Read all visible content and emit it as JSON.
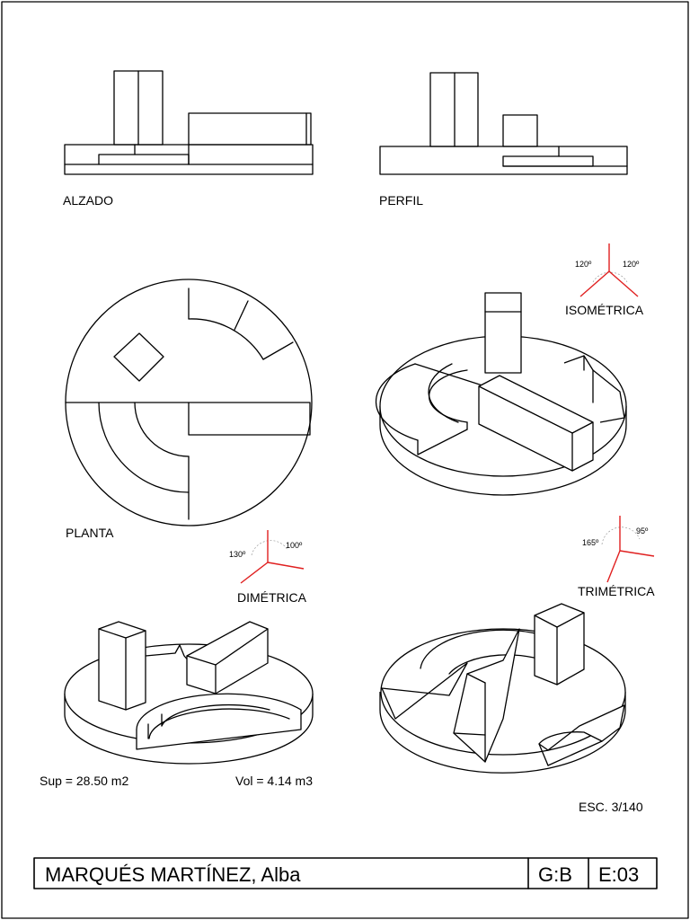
{
  "labels": {
    "alzado": "ALZADO",
    "perfil": "PERFIL",
    "planta": "PLANTA",
    "isometrica": "ISOMÉTRICA",
    "dimetrica": "DIMÉTRICA",
    "trimetrica": "TRIMÉTRICA"
  },
  "angles": {
    "iso_left": "120º",
    "iso_right": "120º",
    "dim_left": "130º",
    "dim_right": "100º",
    "tri_left": "165º",
    "tri_right": "95º"
  },
  "measurements": {
    "surface": "Sup = 28.50 m2",
    "volume": "Vol = 4.14 m3",
    "scale": "ESC. 3/140"
  },
  "title_block": {
    "name": "MARQUÉS MARTÍNEZ, Alba",
    "group": "G:B",
    "exercise": "E:03"
  },
  "colors": {
    "axis": "#e02020",
    "line": "#000000"
  }
}
